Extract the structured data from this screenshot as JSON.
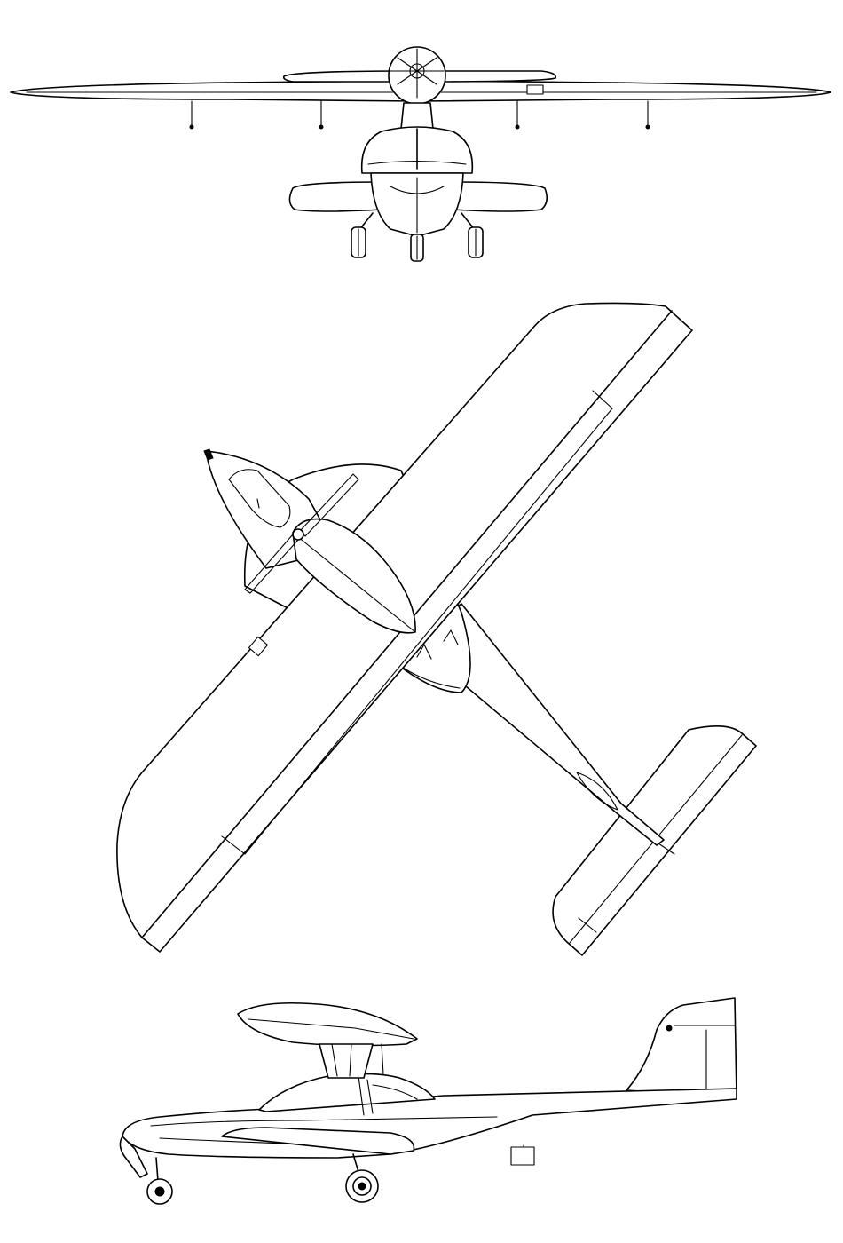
{
  "drawing": {
    "views": [
      {
        "view": "front"
      },
      {
        "view": "top"
      },
      {
        "view": "side"
      }
    ],
    "line_color": "#000000",
    "background": "#ffffff"
  }
}
